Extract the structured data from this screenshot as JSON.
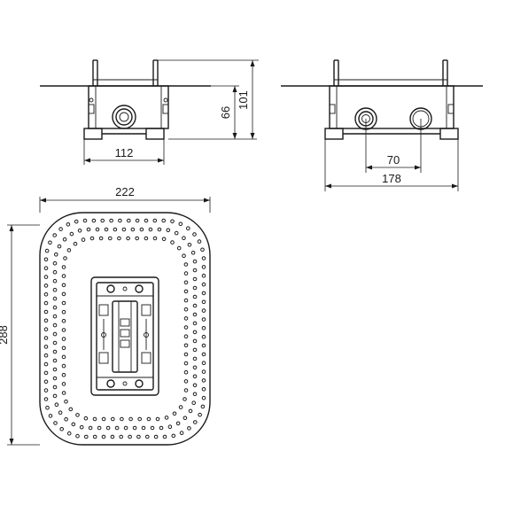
{
  "dimensions": {
    "front_height_inner": "66",
    "front_height_outer": "101",
    "front_width": "112",
    "side_outlet_spacing": "70",
    "side_width": "178",
    "plate_width": "222",
    "plate_height": "288"
  },
  "colors": {
    "line": "#1a1a1a",
    "background": "#ffffff"
  }
}
